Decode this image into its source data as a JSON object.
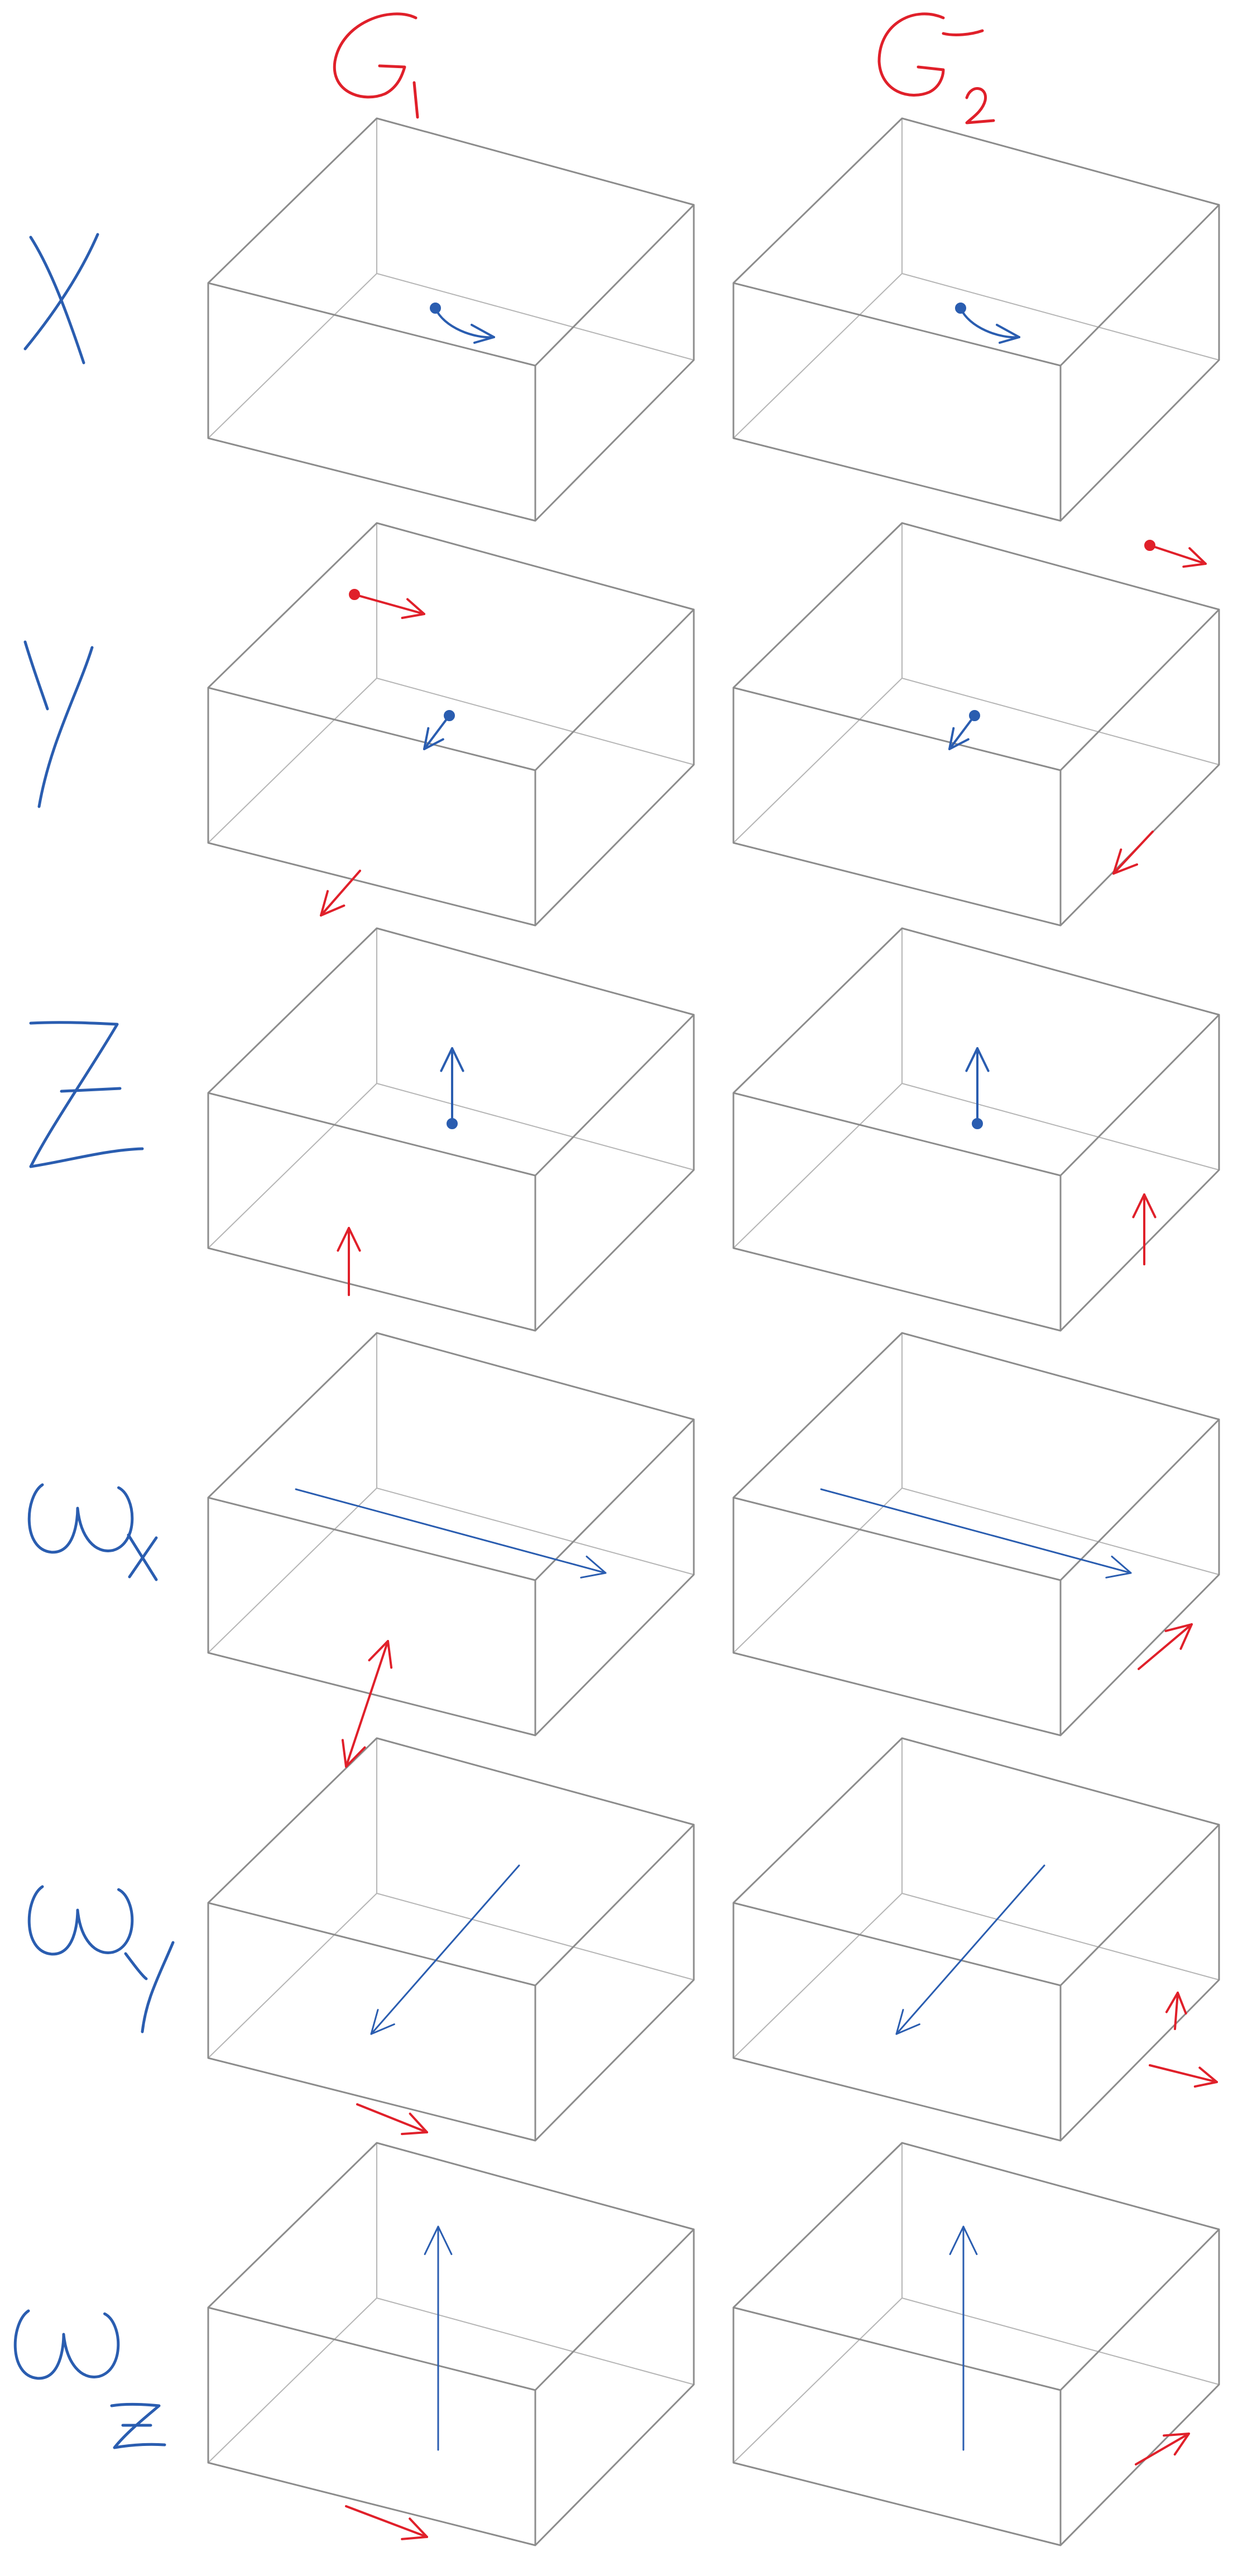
{
  "columns": [
    {
      "id": "G1",
      "label": "G₁"
    },
    {
      "id": "G2",
      "label": "G₂"
    }
  ],
  "rows": [
    {
      "id": "X",
      "label": "X"
    },
    {
      "id": "Y",
      "label": "Y"
    },
    {
      "id": "Z",
      "label": "Z"
    },
    {
      "id": "Wx",
      "label": "ωx"
    },
    {
      "id": "Wy",
      "label": "ωy"
    },
    {
      "id": "Wz",
      "label": "ωz"
    }
  ],
  "colors": {
    "box": "#8c8c8c",
    "ink_blue": "#2a5db0",
    "ink_red": "#e0202a"
  }
}
